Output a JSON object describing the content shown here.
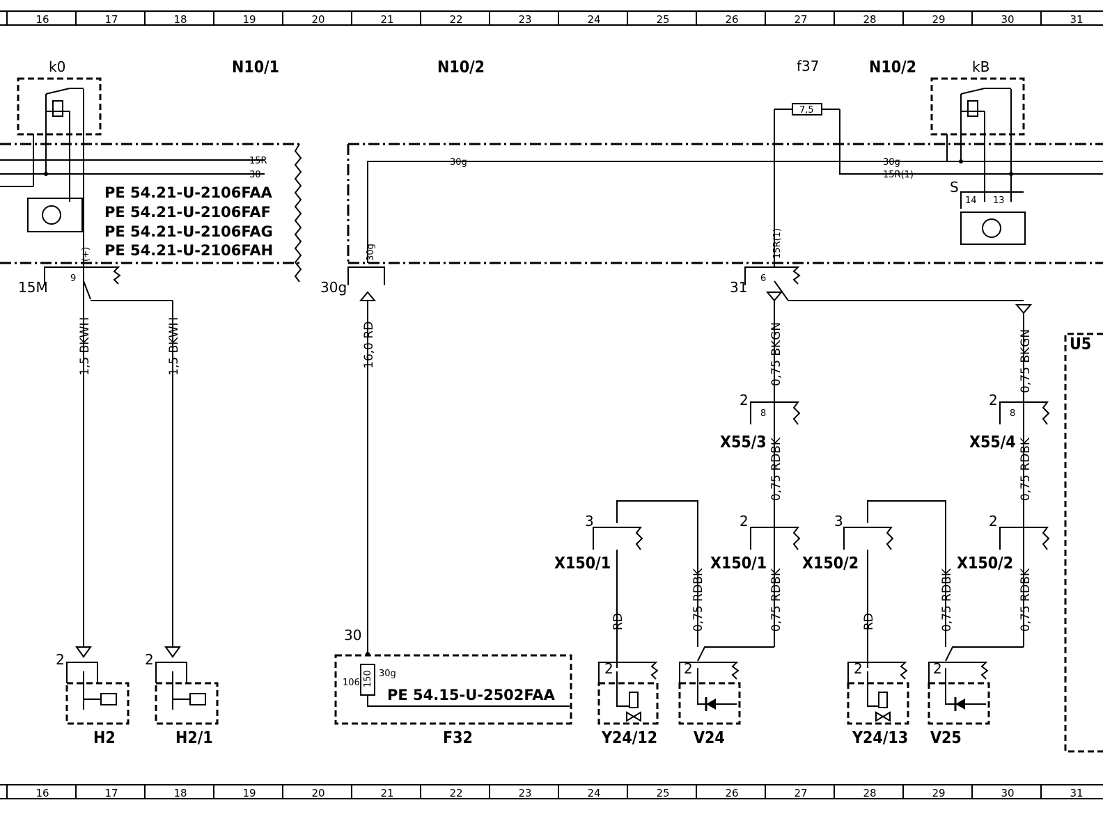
{
  "grid_numbers": [
    "16",
    "17",
    "18",
    "19",
    "20",
    "21",
    "22",
    "23",
    "24",
    "25",
    "26",
    "27",
    "28",
    "29",
    "30",
    "31"
  ],
  "components": {
    "k0": "k0",
    "n10_1": "N10/1",
    "n10_2_left": "N10/2",
    "f37": "f37",
    "f37_value": "7,5",
    "n10_2_right": "N10/2",
    "kb": "kB",
    "s_label": "S",
    "h2": "H2",
    "h2_1": "H2/1",
    "f32": "F32",
    "y24_12": "Y24/12",
    "v24": "V24",
    "y24_13": "Y24/13",
    "v25": "V25",
    "x55_3": "X55/3",
    "x55_4": "X55/4",
    "x150_1a": "X150/1",
    "x150_1b": "X150/1",
    "x150_2a": "X150/2",
    "x150_2b": "X150/2",
    "u5_partial": "U5"
  },
  "pe_refs": {
    "ref1": "PE  54.21-U-2106FAA",
    "ref2": "PE  54.21-U-2106FAF",
    "ref3": "PE  54.21-U-2106FAG",
    "ref4": "PE  54.21-U-2106FAH",
    "ref5": "PE  54.15-U-2502FAA"
  },
  "bus_labels": {
    "l15r": "15R",
    "l30": "30",
    "l30g_a": "30g",
    "l30g_b": "30g",
    "l15r1": "15R(1)"
  },
  "pins": {
    "plus": "(+)",
    "p9": "9",
    "p15m": "15M",
    "p30g_side": "30g",
    "p30g_v": "30g",
    "p31": "31",
    "p6": "6",
    "p15r1_v": "15R(1)",
    "p14": "14",
    "p13": "13",
    "p8a": "8",
    "p8b": "8",
    "p2": "2",
    "p3": "3",
    "p30": "30",
    "p106": "106",
    "p150": "150",
    "p30g_f": "30g"
  },
  "wires": {
    "bkwh1": "1,5  BKWH",
    "bkwh2": "1,5  BKWH",
    "rd16": "16,0  RD",
    "bkgn1": "0,75  BKGN",
    "bkgn2": "0,75  BKGN",
    "rdbk1": "0,75  RDBK",
    "rdbk2": "0,75  RDBK",
    "rdbk3": "0,75  RDBK",
    "rdbk4": "0,75  RDBK",
    "rdbk5": "0,75  RDBK",
    "rdbk6": "0,75  RDBK",
    "rd1": "RD",
    "rd2": "RD"
  }
}
